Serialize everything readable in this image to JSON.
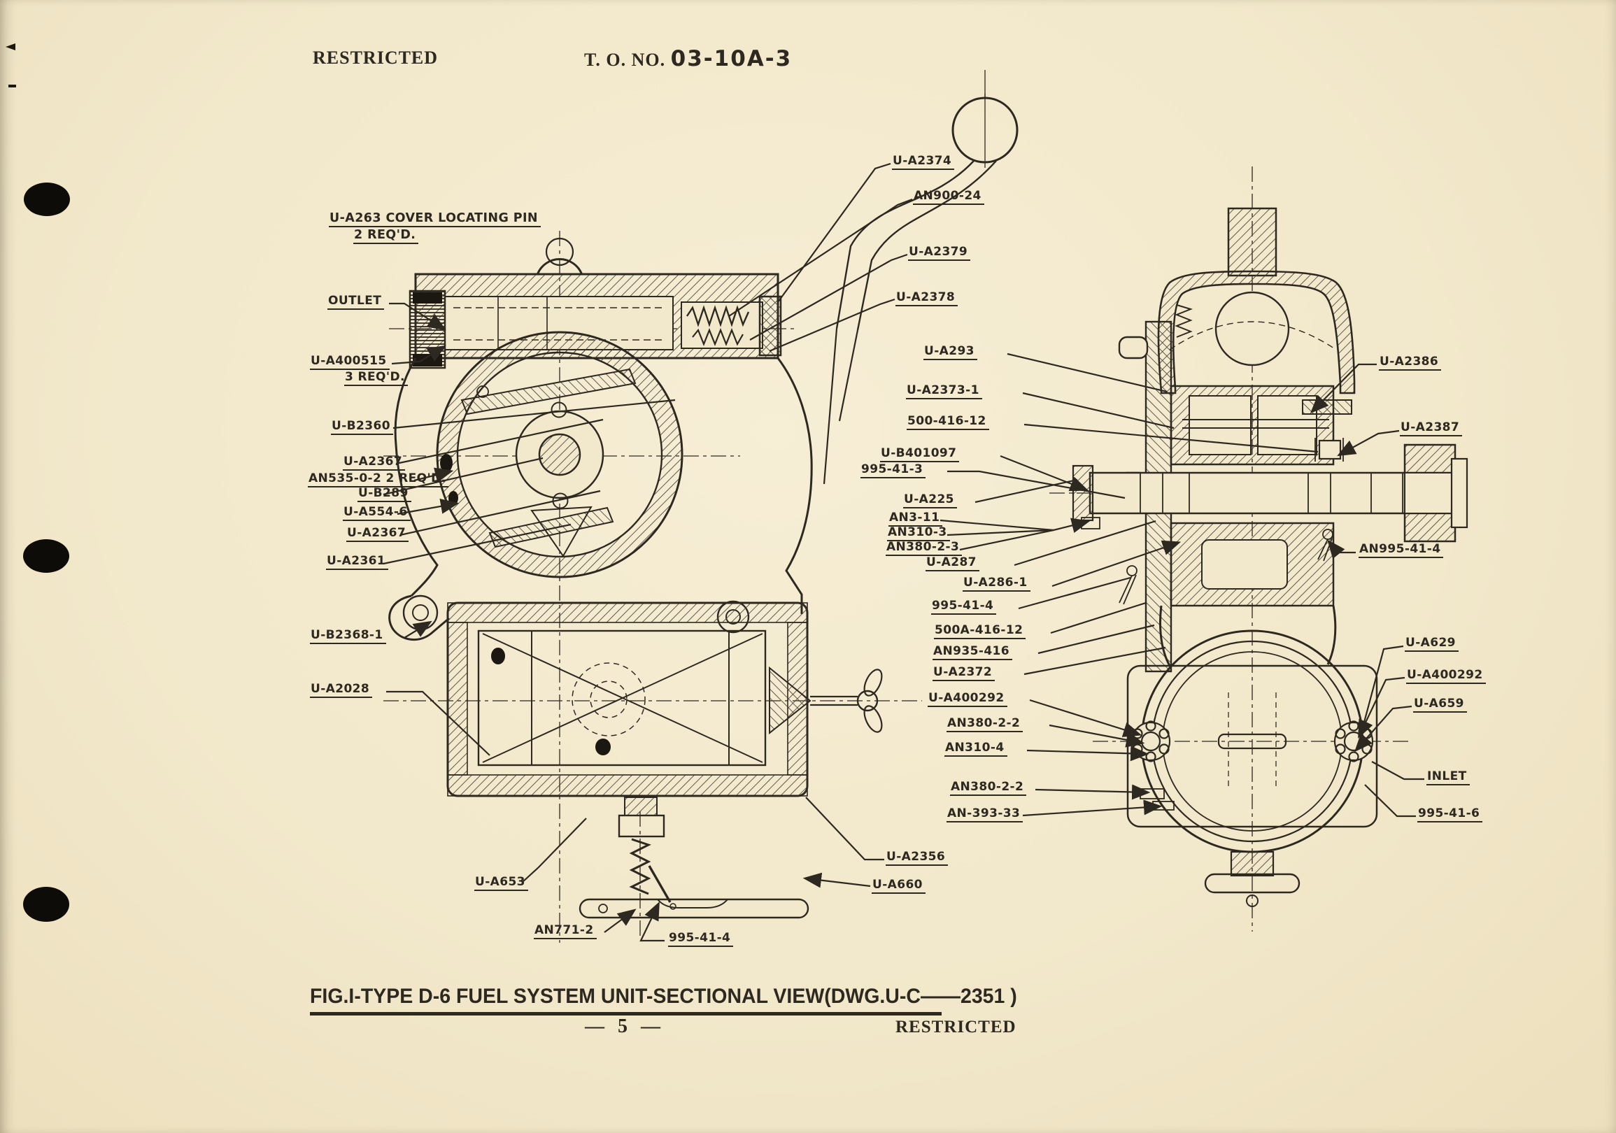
{
  "header": {
    "classification": "RESTRICTED",
    "to_prefix": "T. O. NO.",
    "to_number": "03-10A-3"
  },
  "note": {
    "line1": "U-A263 COVER LOCATING PIN",
    "line2": "2 REQ'D."
  },
  "callouts": [
    {
      "text": "OUTLET"
    },
    {
      "text": "U-A400515",
      "line2": "3 REQ'D."
    },
    {
      "text": "U-B2360"
    },
    {
      "text": "U-A2367"
    },
    {
      "text": "AN535-0-2 2 REQ'D."
    },
    {
      "text": "U-B289"
    },
    {
      "text": "U-A554-6"
    },
    {
      "text": "U-A2367"
    },
    {
      "text": "U-A2361"
    },
    {
      "text": "U-B2368-1"
    },
    {
      "text": "U-A2028"
    },
    {
      "text": "U-A653"
    },
    {
      "text": "AN771-2"
    },
    {
      "text": "995-41-4"
    },
    {
      "text": "U-A2356"
    },
    {
      "text": "U-A660"
    },
    {
      "text": "U-A2374"
    },
    {
      "text": "AN900-24"
    },
    {
      "text": "U-A2379"
    },
    {
      "text": "U-A2378"
    },
    {
      "text": "U-A293"
    },
    {
      "text": "U-A2373-1"
    },
    {
      "text": "500-416-12"
    },
    {
      "text": "U-B401097"
    },
    {
      "text": "995-41-3"
    },
    {
      "text": "U-A225"
    },
    {
      "text": "AN3-11"
    },
    {
      "text": "AN310-3"
    },
    {
      "text": "AN380-2-3"
    },
    {
      "text": "U-A287"
    },
    {
      "text": "U-A286-1"
    },
    {
      "text": "995-41-4"
    },
    {
      "text": "500A-416-12"
    },
    {
      "text": "AN935-416"
    },
    {
      "text": "U-A2372"
    },
    {
      "text": "U-A400292"
    },
    {
      "text": "AN380-2-2"
    },
    {
      "text": "AN310-4"
    },
    {
      "text": "AN380-2-2"
    },
    {
      "text": "AN-393-33"
    },
    {
      "text": "U-A2386"
    },
    {
      "text": "U-A2387"
    },
    {
      "text": "AN995-41-4"
    },
    {
      "text": "U-A629"
    },
    {
      "text": "U-A400292"
    },
    {
      "text": "U-A659"
    },
    {
      "text": "INLET"
    },
    {
      "text": "995-41-6"
    }
  ],
  "caption": "FIG.I-TYPE D-6 FUEL SYSTEM UNIT-SECTIONAL VIEW(DWG.U-C——2351 )",
  "footer": {
    "page_number": "—  5  —",
    "classification": "RESTRICTED"
  },
  "colors": {
    "paper": "#f2e8cb",
    "ink": "#2d2820"
  }
}
